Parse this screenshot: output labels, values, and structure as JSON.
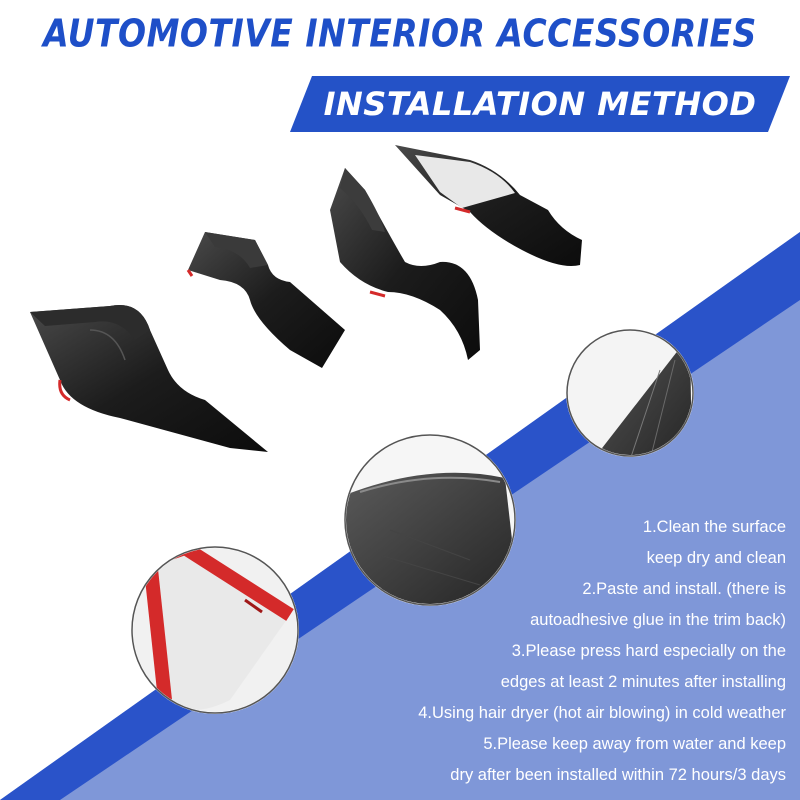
{
  "header": {
    "title": "AUTOMOTIVE INTERIOR ACCESSORIES",
    "subtitle": "INSTALLATION METHOD"
  },
  "colors": {
    "brand_blue": "#2452c7",
    "light_blue": "#7f97d8",
    "text_white": "#ffffff",
    "adhesive_red": "#d42a2a",
    "part_black": "#1a1a1a"
  },
  "instructions": [
    "1.Clean the surface",
    "keep dry and clean",
    "2.Paste and install. (there is",
    "autoadhesive glue in the trim back)",
    "3.Please press hard especially on the",
    "edges at least 2 minutes after installing",
    "4.Using hair dryer (hot air blowing) in cold weather",
    "5.Please keep away from water and keep",
    "dry after been installed within 72 hours/3 days"
  ]
}
